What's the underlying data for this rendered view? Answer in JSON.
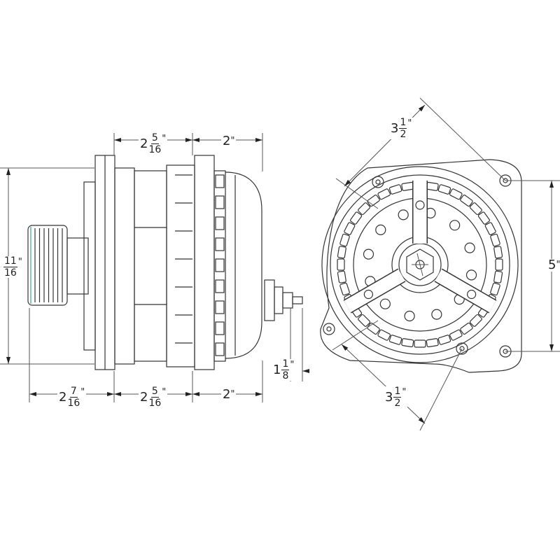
{
  "dimensions": {
    "top_body": {
      "whole": "2",
      "num": "5",
      "den": "16",
      "unit": "\""
    },
    "top_rear": {
      "whole": "2",
      "unit": "\""
    },
    "left_height": {
      "num": "11",
      "den": "16",
      "unit": "\""
    },
    "bottom_pulley": {
      "whole": "2",
      "num": "7",
      "den": "16",
      "unit": "\""
    },
    "bottom_body": {
      "whole": "2",
      "num": "5",
      "den": "16",
      "unit": "\""
    },
    "bottom_rear": {
      "whole": "2",
      "unit": "\""
    },
    "stud": {
      "whole": "1",
      "num": "1",
      "den": "8",
      "unit": "\""
    },
    "diag_top": {
      "whole": "3",
      "num": "1",
      "den": "2",
      "unit": "\""
    },
    "right_height": {
      "whole": "5",
      "unit": "\""
    },
    "diag_bottom": {
      "whole": "3",
      "num": "1",
      "den": "2",
      "unit": "\""
    }
  },
  "colors": {
    "line": "#333333",
    "dim_line": "#555555"
  }
}
